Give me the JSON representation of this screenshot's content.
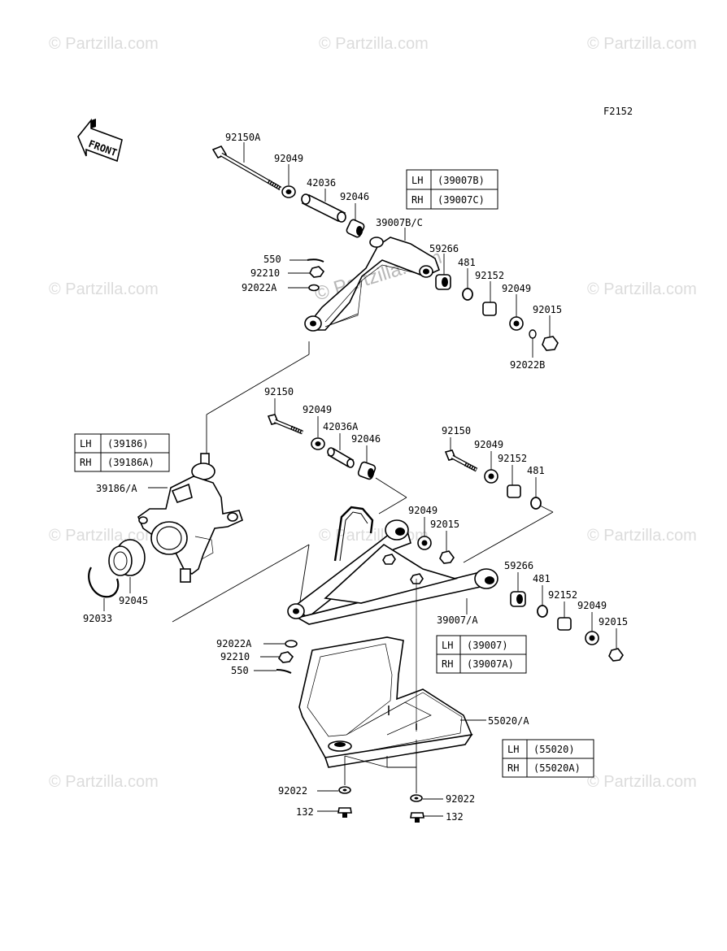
{
  "figure_code": "F2152",
  "front_arrow_label": "FRONT",
  "watermark": {
    "text": "© Partzilla.com",
    "center_text": "© Partzilla.com"
  },
  "labels": {
    "p92150A": "92150A",
    "p92049_top": "92049",
    "p42036": "42036",
    "p92046_top": "92046",
    "p39007BC": "39007B/C",
    "p550_top": "550",
    "p59266_top": "59266",
    "p92210_top": "92210",
    "p481_top": "481",
    "p92022A_top": "92022A",
    "p92152_top": "92152",
    "p92049_top2": "92049",
    "p92015_top": "92015",
    "p92022B": "92022B",
    "p92150_mid": "92150",
    "p92049_mid": "92049",
    "p42036A": "42036A",
    "p92046_mid": "92046",
    "p92150_mid2": "92150",
    "p92049_mid2": "92049",
    "p92152_mid": "92152",
    "p481_mid": "481",
    "p39186A": "39186/A",
    "p92049_mid3": "92049",
    "p92015_mid": "92015",
    "p59266_low": "59266",
    "p481_low": "481",
    "p92152_low": "92152",
    "p92049_low": "92049",
    "p92015_low": "92015",
    "p39007A": "39007/A",
    "p92045": "92045",
    "p92033": "92033",
    "p92022A_low": "92022A",
    "p92210_low": "92210",
    "p550_low": "550",
    "p55020A": "55020/A",
    "p92022_left": "92022",
    "p92022_right": "92022",
    "p132_left": "132",
    "p132_right": "132"
  },
  "tables": {
    "upper_arm": {
      "lh": "LH",
      "lh_val": "(39007B)",
      "rh": "RH",
      "rh_val": "(39007C)"
    },
    "knuckle": {
      "lh": "LH",
      "lh_val": "(39186)",
      "rh": "RH",
      "rh_val": "(39186A)"
    },
    "lower_arm": {
      "lh": "LH",
      "lh_val": "(39007)",
      "rh": "RH",
      "rh_val": "(39007A)"
    },
    "guard": {
      "lh": "LH",
      "lh_val": "(55020)",
      "rh": "RH",
      "rh_val": "(55020A)"
    }
  }
}
